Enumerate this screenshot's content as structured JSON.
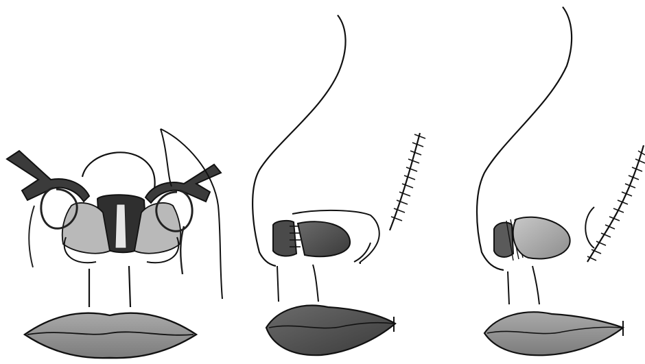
{
  "figure": {
    "title_partial": "",
    "panels": [
      {
        "id": "panel-1",
        "view": "frontal"
      },
      {
        "id": "panel-2",
        "view": "lateral"
      },
      {
        "id": "panel-3",
        "view": "lateral"
      }
    ],
    "colors": {
      "ink": "#111111",
      "cartilage_dark": "#3e3e3e",
      "shade_mid": "#8a8a8a",
      "shade_light": "#bdbdbd",
      "lip_fill": "#9c9c9c",
      "background": "#ffffff"
    }
  }
}
